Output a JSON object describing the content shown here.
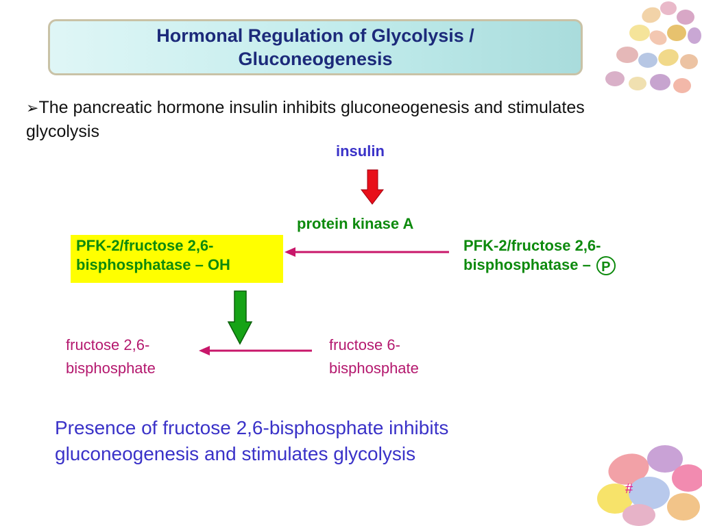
{
  "slide": {
    "title": "Hormonal Regulation of Glycolysis / Gluconeogenesis",
    "bullet_marker": "➢",
    "bullet": "The pancreatic hormone insulin inhibits gluconeogenesis and stimulates glycolysis",
    "summary": "Presence of fructose 2,6-bisphosphate inhibits gluconeogenesis and stimulates glycolysis",
    "page_number": "#"
  },
  "diagram": {
    "insulin": "insulin",
    "protein_kinase": "protein kinase A",
    "pfk_oh": "PFK-2/fructose 2,6-bisphosphatase – OH",
    "pfk_p": "PFK-2/fructose 2,6-bisphosphatase –",
    "phosphate_symbol": "P",
    "product": "fructose 2,6-bisphosphate",
    "substrate": "fructose 6-bisphosphate"
  },
  "colors": {
    "title_text": "#1c2a7a",
    "green_label": "#0d8a0d",
    "magenta_arrow": "#c8176a",
    "red_arrow": "#e8101a",
    "green_arrow": "#16a316",
    "highlight": "#ffff00"
  }
}
